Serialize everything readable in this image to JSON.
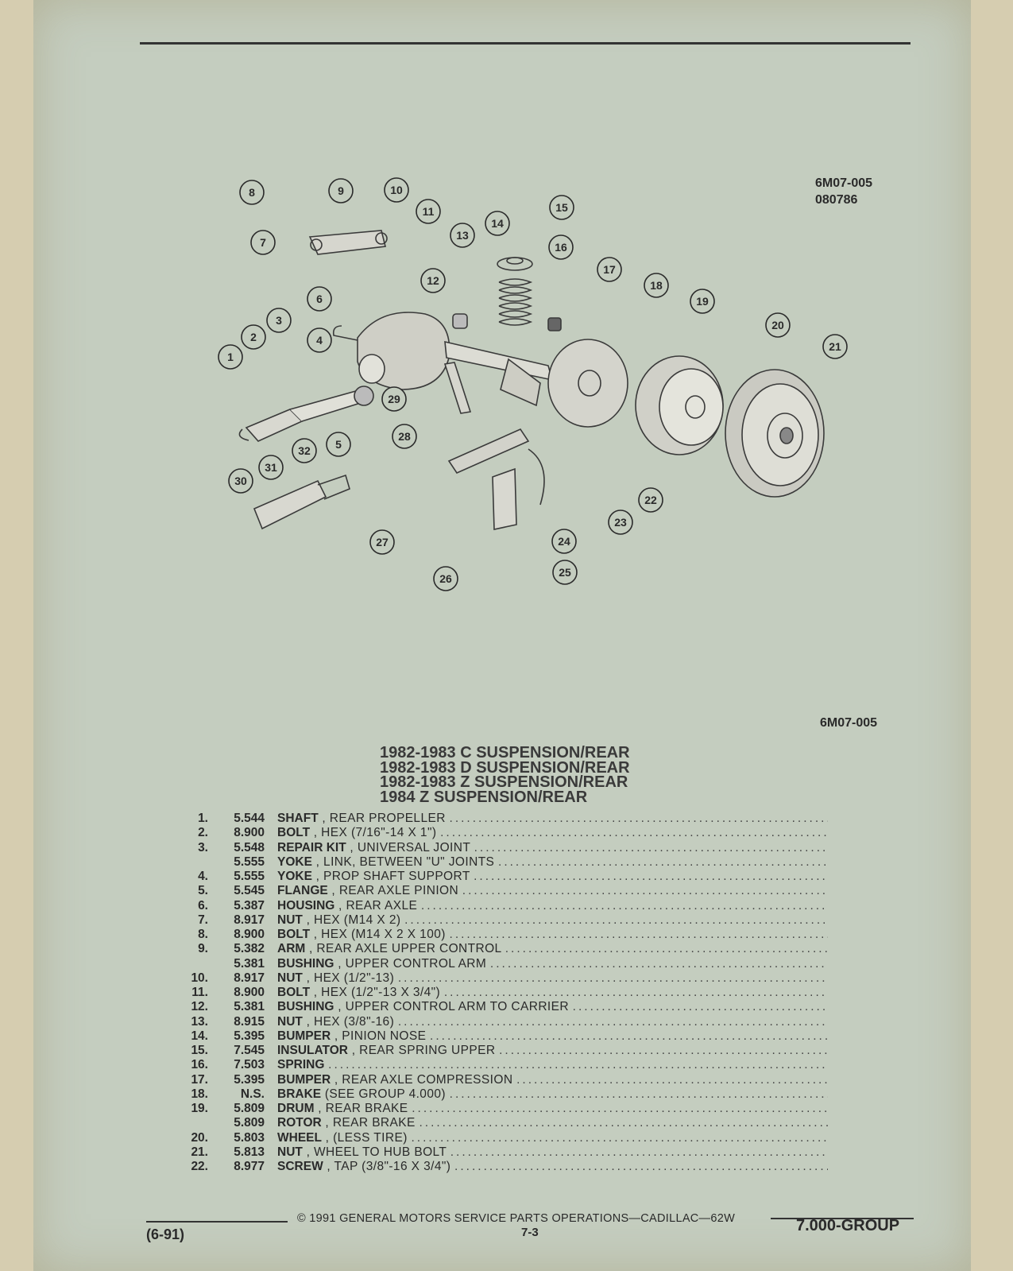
{
  "header": {
    "code": "6M07-005",
    "date_code": "080786"
  },
  "illustration_code": "6M07-005",
  "diagram": {
    "callouts": [
      "1",
      "2",
      "3",
      "4",
      "5",
      "6",
      "7",
      "8",
      "9",
      "10",
      "11",
      "12",
      "13",
      "14",
      "15",
      "16",
      "17",
      "18",
      "19",
      "20",
      "21",
      "22",
      "23",
      "24",
      "25",
      "26",
      "27",
      "28",
      "29",
      "30",
      "31",
      "32"
    ]
  },
  "titles": [
    "1982-1983 C SUSPENSION/REAR",
    "1982-1983 D SUSPENSION/REAR",
    "1982-1983 Z SUSPENSION/REAR",
    "1984 Z SUSPENSION/REAR"
  ],
  "parts": [
    {
      "num": "1.",
      "group": "5.544",
      "name": "SHAFT",
      "desc": ", REAR PROPELLER"
    },
    {
      "num": "2.",
      "group": "8.900",
      "name": "BOLT",
      "desc": ", HEX (7/16\"-14 X 1\")"
    },
    {
      "num": "3.",
      "group": "5.548",
      "name": "REPAIR KIT",
      "desc": ", UNIVERSAL JOINT"
    },
    {
      "num": "",
      "group": "5.555",
      "name": "YOKE",
      "desc": ", LINK, BETWEEN \"U\" JOINTS"
    },
    {
      "num": "4.",
      "group": "5.555",
      "name": "YOKE",
      "desc": ", PROP SHAFT SUPPORT"
    },
    {
      "num": "5.",
      "group": "5.545",
      "name": "FLANGE",
      "desc": ", REAR AXLE PINION"
    },
    {
      "num": "6.",
      "group": "5.387",
      "name": "HOUSING",
      "desc": ", REAR AXLE"
    },
    {
      "num": "7.",
      "group": "8.917",
      "name": "NUT",
      "desc": ", HEX (M14 X 2)"
    },
    {
      "num": "8.",
      "group": "8.900",
      "name": "BOLT",
      "desc": ", HEX (M14 X 2 X 100)"
    },
    {
      "num": "9.",
      "group": "5.382",
      "name": "ARM",
      "desc": ", REAR AXLE UPPER CONTROL"
    },
    {
      "num": "",
      "group": "5.381",
      "name": "BUSHING",
      "desc": ", UPPER CONTROL ARM"
    },
    {
      "num": "10.",
      "group": "8.917",
      "name": "NUT",
      "desc": ", HEX (1/2\"-13)"
    },
    {
      "num": "11.",
      "group": "8.900",
      "name": "BOLT",
      "desc": ", HEX (1/2\"-13 X 3/4\")"
    },
    {
      "num": "12.",
      "group": "5.381",
      "name": "BUSHING",
      "desc": ", UPPER CONTROL ARM TO CARRIER"
    },
    {
      "num": "13.",
      "group": "8.915",
      "name": "NUT",
      "desc": ", HEX (3/8\"-16)"
    },
    {
      "num": "14.",
      "group": "5.395",
      "name": "BUMPER",
      "desc": ", PINION NOSE"
    },
    {
      "num": "15.",
      "group": "7.545",
      "name": "INSULATOR",
      "desc": ", REAR SPRING UPPER"
    },
    {
      "num": "16.",
      "group": "7.503",
      "name": "SPRING",
      "desc": ""
    },
    {
      "num": "17.",
      "group": "5.395",
      "name": "BUMPER",
      "desc": ", REAR AXLE COMPRESSION"
    },
    {
      "num": "18.",
      "group": "N.S.",
      "name": "BRAKE",
      "desc": "(SEE GROUP 4.000)"
    },
    {
      "num": "19.",
      "group": "5.809",
      "name": "DRUM",
      "desc": ", REAR BRAKE"
    },
    {
      "num": "",
      "group": "5.809",
      "name": "ROTOR",
      "desc": ", REAR BRAKE"
    },
    {
      "num": "20.",
      "group": "5.803",
      "name": "WHEEL",
      "desc": ", (LESS TIRE)"
    },
    {
      "num": "21.",
      "group": "5.813",
      "name": "NUT",
      "desc": ", WHEEL TO HUB BOLT"
    },
    {
      "num": "22.",
      "group": "8.977",
      "name": "SCREW",
      "desc": ", TAP (3/8\"-16 X 3/4\")"
    }
  ],
  "footer": {
    "copyright": "©  1991  GENERAL MOTORS SERVICE PARTS OPERATIONS—CADILLAC—62W",
    "date": "(6-91)",
    "page": "7-3",
    "group": "7.000-GROUP"
  }
}
